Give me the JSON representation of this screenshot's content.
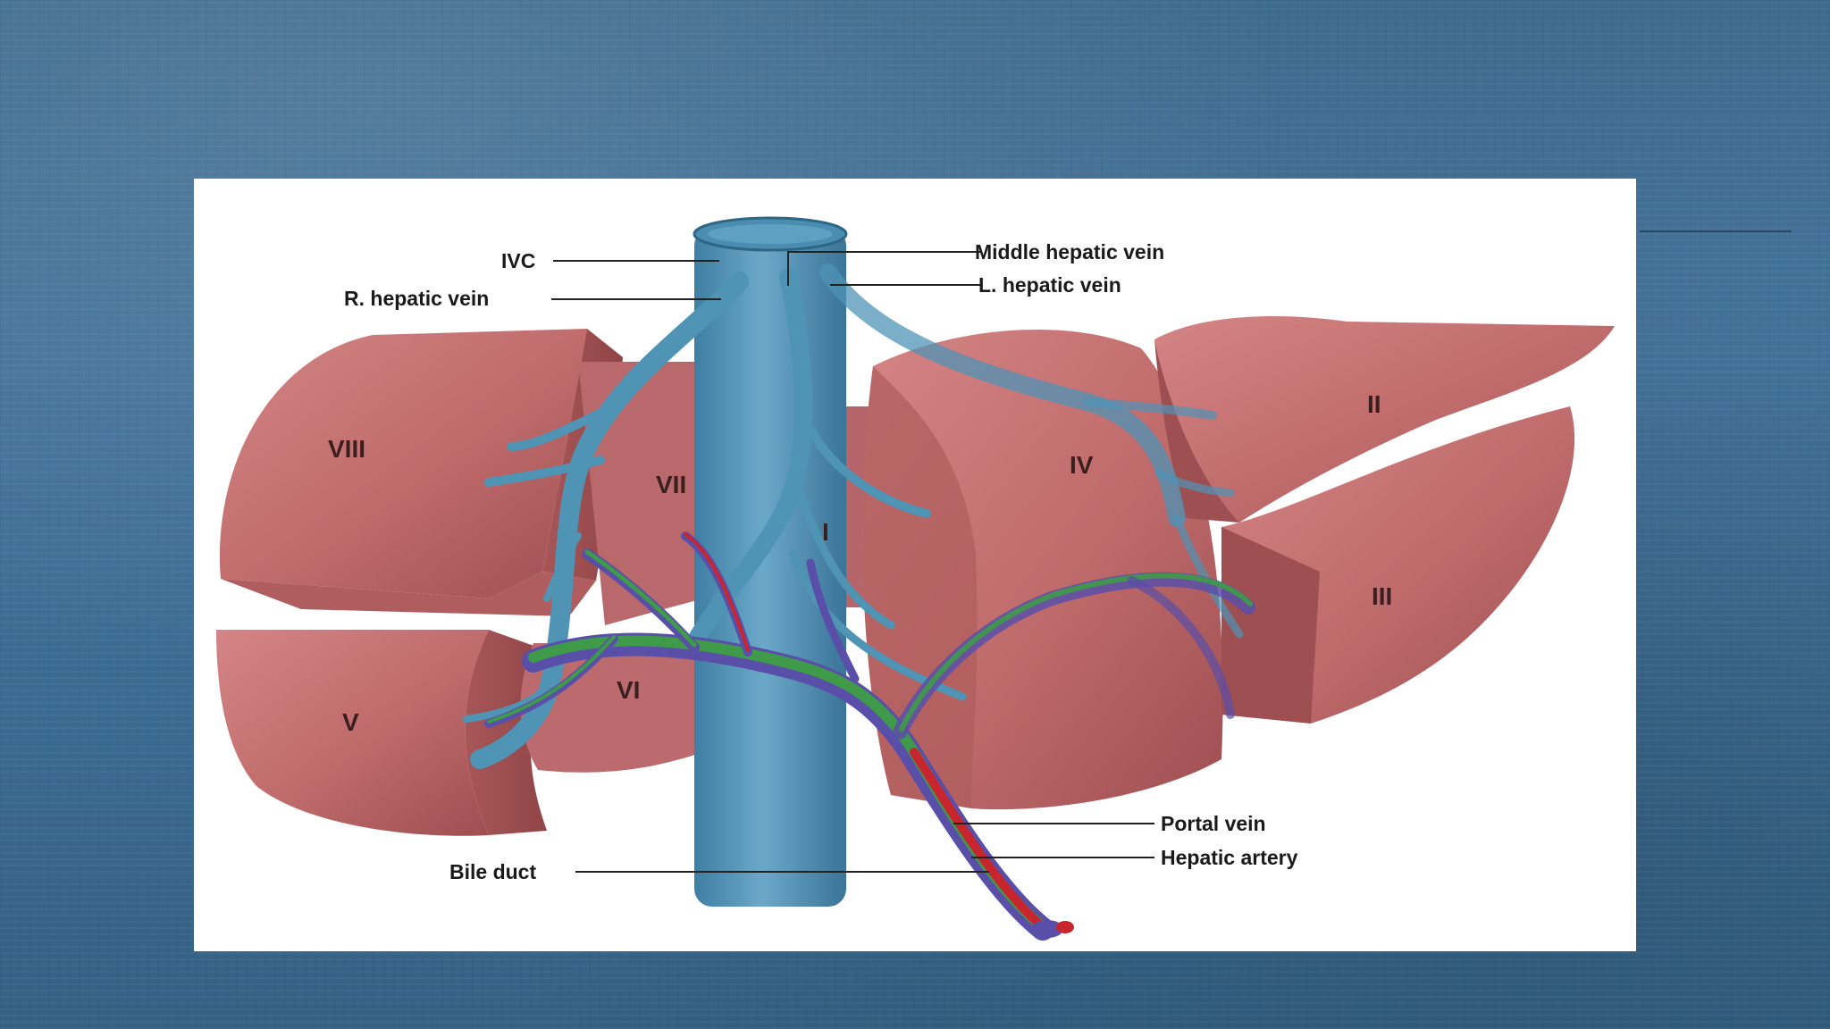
{
  "labels": {
    "ivc": "IVC",
    "r_hepatic_vein": "R. hepatic vein",
    "middle_hepatic_vein": "Middle hepatic vein",
    "l_hepatic_vein": "L. hepatic vein",
    "portal_vein": "Portal vein",
    "hepatic_artery": "Hepatic artery",
    "bile_duct": "Bile duct"
  },
  "segments": {
    "s1": "I",
    "s2": "II",
    "s3": "III",
    "s4": "IV",
    "s5": "V",
    "s6": "VI",
    "s7": "VII",
    "s8": "VIII"
  },
  "colors": {
    "background": "#3f6b8e",
    "liver": "#c26f6f",
    "liver_dark": "#9c4f50",
    "vein": "#4f93b5",
    "portal_vein": "#5a4fa8",
    "hepatic_artery": "#c8262e",
    "bile_duct": "#3f9a4a"
  }
}
